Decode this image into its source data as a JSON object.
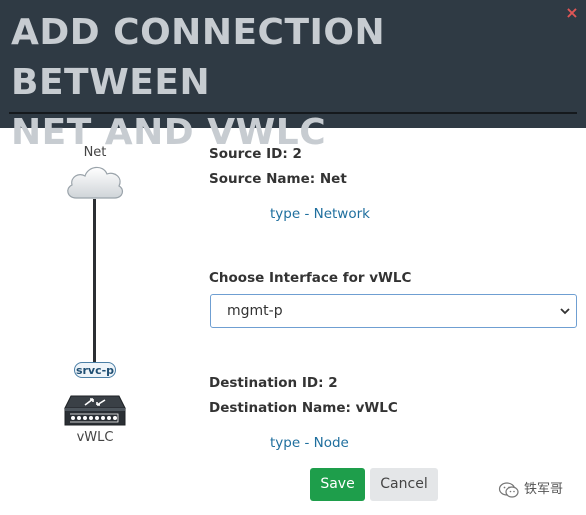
{
  "dialog": {
    "title_line1": "ADD CONNECTION BETWEEN",
    "title_line2": "NET AND VWLC",
    "close_glyph": "×"
  },
  "diagram": {
    "source_node_label": "Net",
    "link_badge": "srvc-p",
    "dest_node_label": "vWLC",
    "icons": [
      "cloud-icon",
      "switch-icon"
    ]
  },
  "source": {
    "id_label": "Source ID:",
    "id_value": "2",
    "name_label": "Source Name:",
    "name_value": "Net",
    "type_text": "type - Network"
  },
  "interface": {
    "label": "Choose Interface for vWLC",
    "selected": "mgmt-p"
  },
  "destination": {
    "id_label": "Destination ID:",
    "id_value": "2",
    "name_label": "Destination Name:",
    "name_value": "vWLC",
    "type_text": "type - Node"
  },
  "actions": {
    "save_label": "Save",
    "cancel_label": "Cancel"
  },
  "watermark": {
    "text": "铁军哥"
  },
  "colors": {
    "header_bg": "#2f3a44",
    "title_text": "#c7ccd1",
    "close": "#e05656",
    "link": "#1f6f9e",
    "save_bg": "#1e9e4b",
    "cancel_bg": "#e4e6e8",
    "select_border": "#6f9fd2"
  }
}
